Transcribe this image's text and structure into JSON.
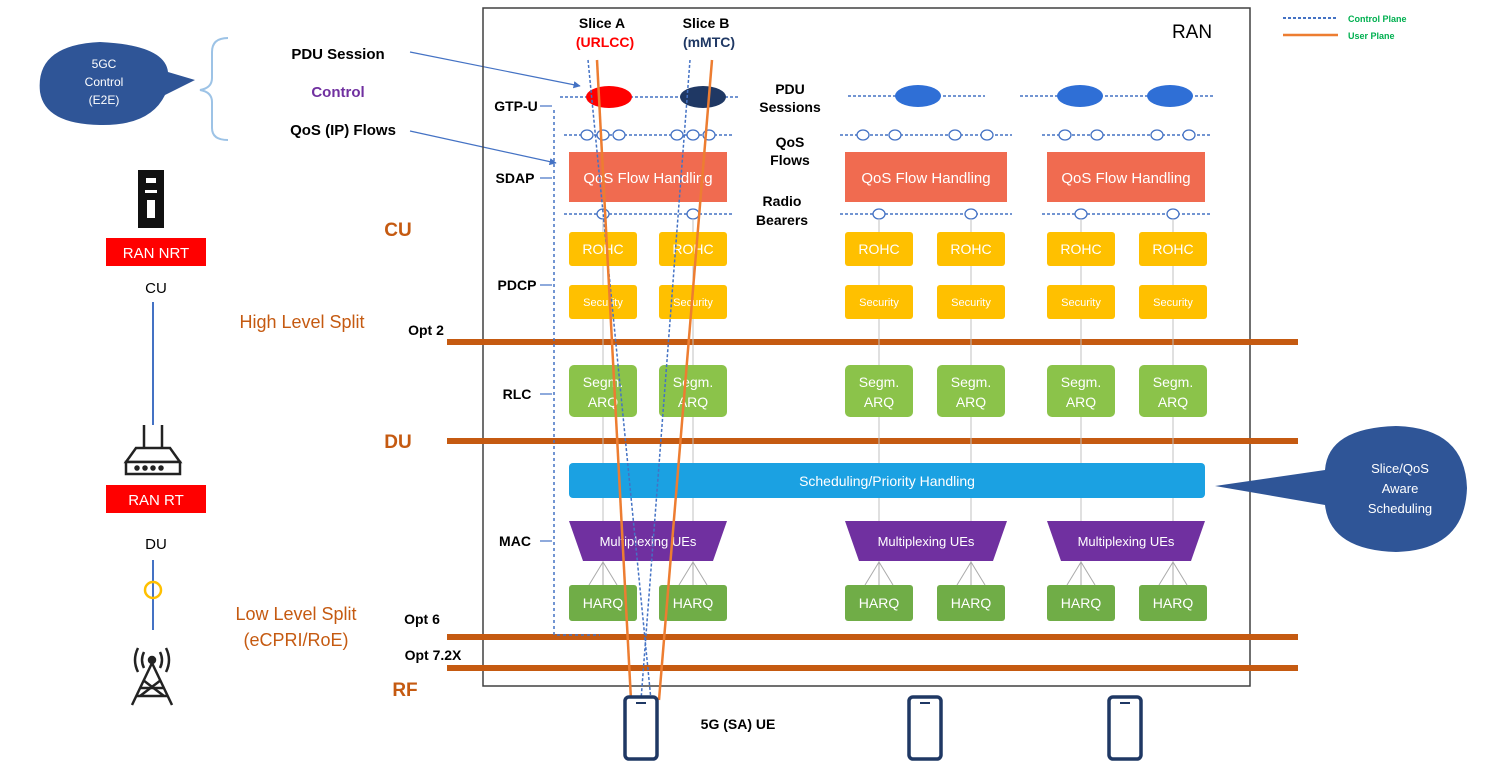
{
  "legend": {
    "control_plane": "Control Plane",
    "user_plane": "User Plane",
    "control_color": "#4472c4",
    "user_color": "#ed7d31"
  },
  "bubbles": {
    "e2e_control": [
      "5GC",
      "Control",
      "(E2E)"
    ],
    "slice_scheduling": [
      "Slice/QoS",
      "Aware",
      "Scheduling"
    ]
  },
  "labels": {
    "pdu_session": "PDU Session",
    "control": "Control",
    "qos_ip_flows": "QoS (IP) Flows",
    "slice_a": "Slice A",
    "slice_a_type": "(URLCC)",
    "slice_b": "Slice B",
    "slice_b_type": "(mMTC)",
    "ran": "RAN",
    "pdu_sessions": [
      "PDU",
      "Sessions"
    ],
    "qos_flows": [
      "QoS",
      "Flows"
    ],
    "radio_bearers": [
      "Radio",
      "Bearers"
    ],
    "ue": "5G (SA) UE"
  },
  "layers": {
    "gtpu": "GTP-U",
    "sdap": "SDAP",
    "pdcp": "PDCP",
    "rlc": "RLC",
    "mac": "MAC"
  },
  "splits": {
    "cu": "CU",
    "du": "DU",
    "rf": "RF",
    "high": "High Level Split",
    "low": [
      "Low Level Split",
      "(eCPRI/RoE)"
    ],
    "opt2": "Opt 2",
    "opt6": "Opt 6",
    "opt72x": "Opt 7.2X"
  },
  "left_column": {
    "ran_nrt": "RAN NRT",
    "cu": "CU",
    "ran_rt": "RAN RT",
    "du": "DU"
  },
  "blocks": {
    "qos_flow_handling": "QoS Flow Handling",
    "rohc": "ROHC",
    "security": "Security",
    "segm": "Segm.",
    "arq": "ARQ",
    "scheduling": "Scheduling/Priority Handling",
    "multiplexing": "Multiplexing UEs",
    "harq": "HARQ"
  },
  "colors": {
    "sdap_fill": "#f06b50",
    "pdcp_fill": "#ffc000",
    "rlc_fill": "#8bc34a",
    "harq_fill": "#70ad47",
    "sched_fill": "#1ba1e2",
    "mux_fill": "#7030a0",
    "split_line": "#c55a11",
    "bubble_fill": "#2f5597",
    "session_fill": "#2f6fd6",
    "slice_a_fill": "#ff0000",
    "slice_b_fill": "#1f3864",
    "ran_red": "#ff0000"
  }
}
